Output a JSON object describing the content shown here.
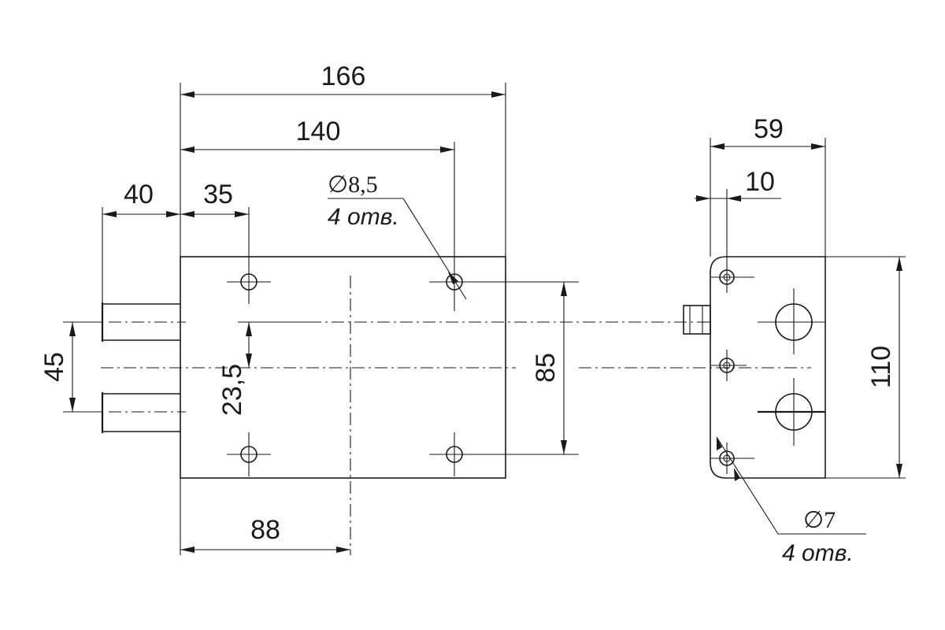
{
  "dimensions": {
    "width_166": "166",
    "width_140": "140",
    "bolt_40": "40",
    "offset_35": "35",
    "pitch_45": "45",
    "offset_23_5": "23,5",
    "height_85": "85",
    "offset_88": "88",
    "depth_59": "59",
    "depth_10": "10",
    "height_110": "110"
  },
  "notes": {
    "hole_large_diameter": "∅8,5",
    "hole_large_count": "4 отв.",
    "hole_small_diameter": "∅7",
    "hole_small_count": "4 отв."
  }
}
